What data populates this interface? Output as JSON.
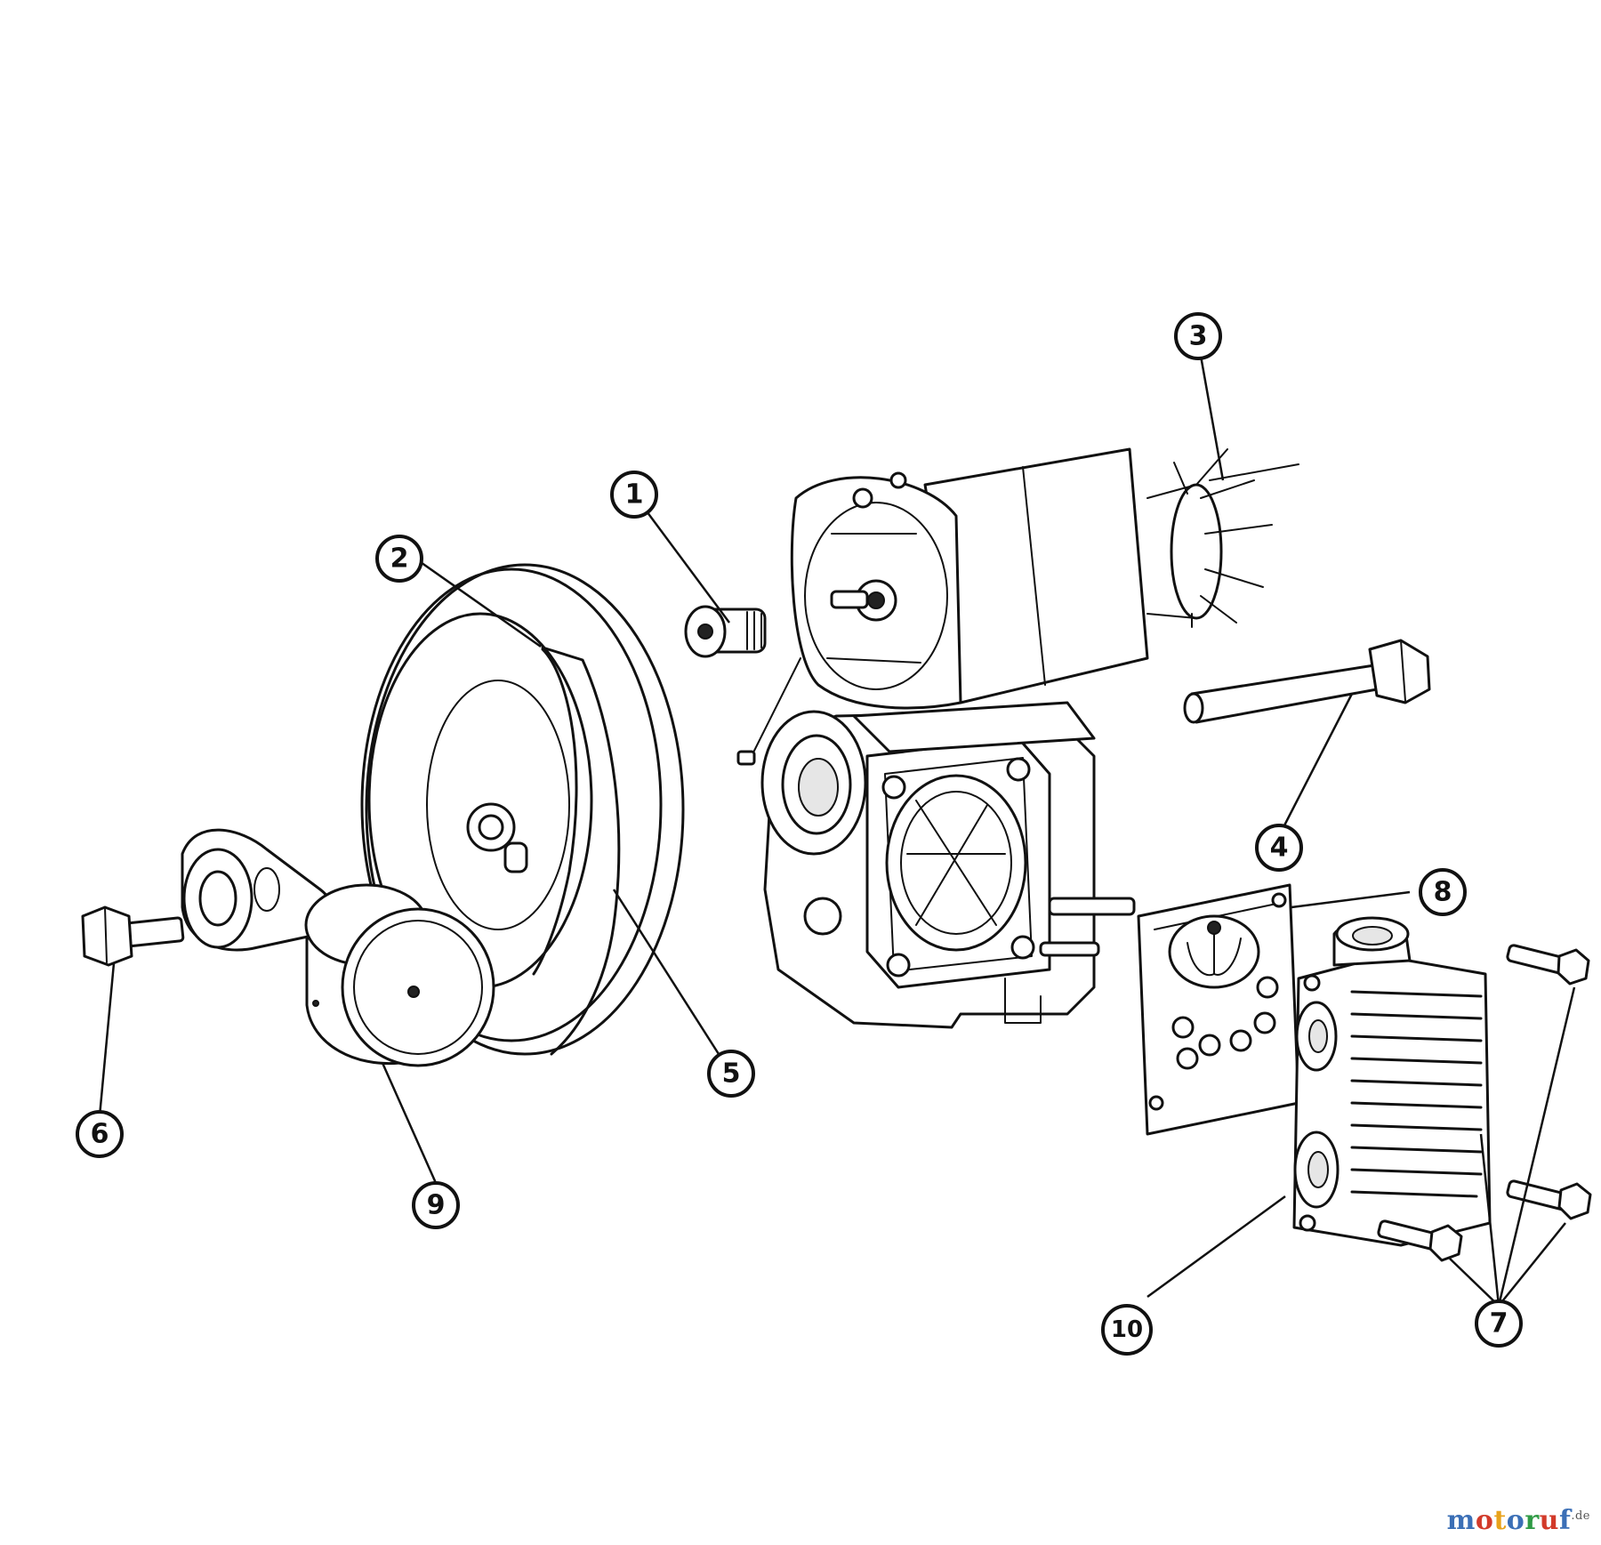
{
  "diagram": {
    "callouts": [
      "1",
      "2",
      "3",
      "4",
      "5",
      "6",
      "7",
      "8",
      "9",
      "10"
    ]
  },
  "watermark": {
    "brand": "motoruf",
    "tld": ".de",
    "colors": [
      "#3b6fb6",
      "#d23a2a",
      "#e8a21b",
      "#3b6fb6",
      "#2f9b45",
      "#d23a2a",
      "#3b6fb6"
    ]
  }
}
